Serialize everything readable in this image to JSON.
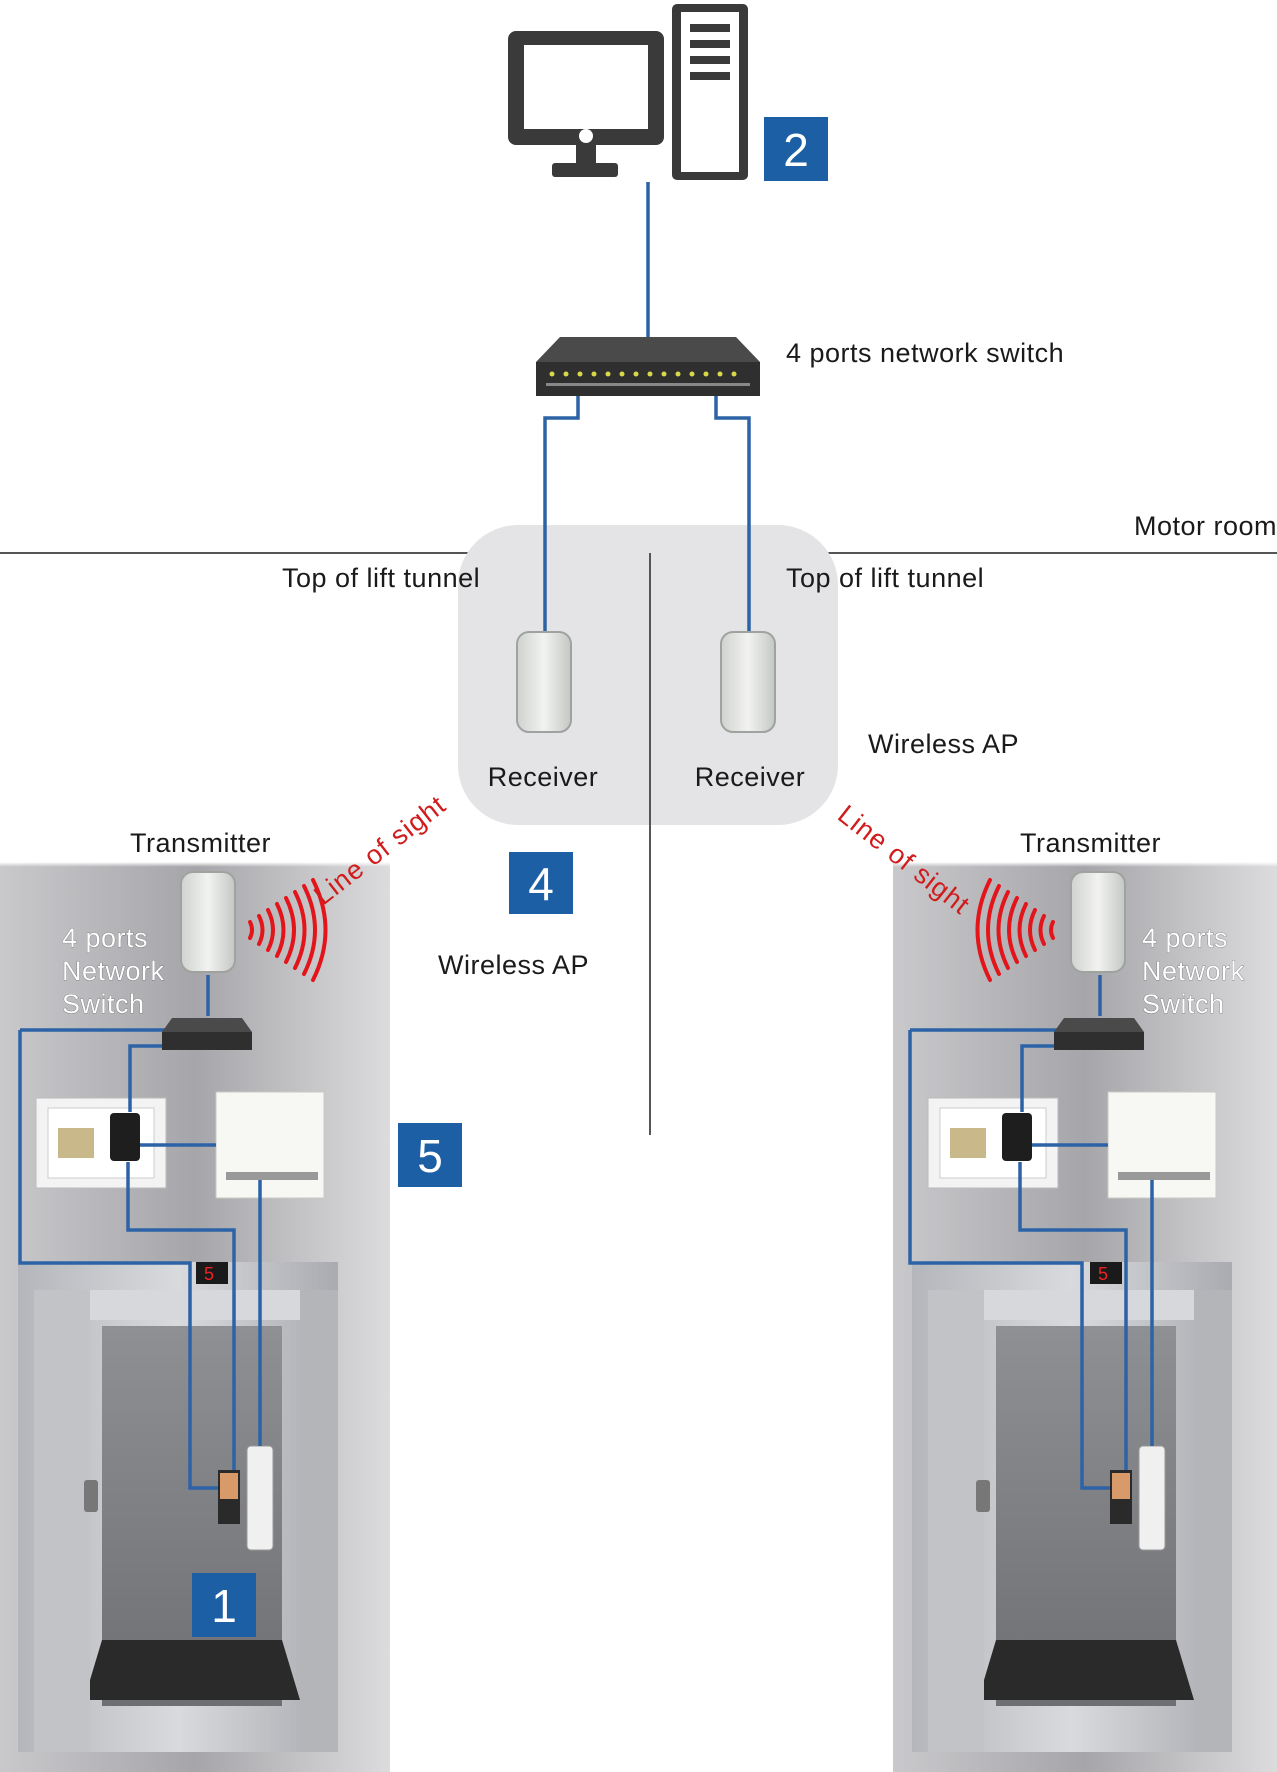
{
  "labels": {
    "network_switch": "4 ports network switch",
    "motor_room": "Motor room",
    "top_of_lift_tunnel_left": "Top of lift tunnel",
    "top_of_lift_tunnel_right": "Top of lift tunnel",
    "receiver_left": "Receiver",
    "receiver_right": "Receiver",
    "wireless_ap_right": "Wireless AP",
    "wireless_ap_center": "Wireless AP",
    "transmitter_left": "Transmitter",
    "transmitter_right": "Transmitter",
    "line_of_sight_left": "Line of sight",
    "line_of_sight_right": "Line of sight",
    "lift_switch_left": [
      "4 ports",
      "Network",
      "Switch"
    ],
    "lift_switch_right": [
      "4 ports",
      "Network",
      "Switch"
    ]
  },
  "badges": {
    "computer": "2",
    "wireless_ap": "4",
    "controller": "5",
    "lift": "1"
  },
  "floor_display": "5",
  "colors": {
    "badge": "#1d5fa4",
    "cable": "#2c63a6",
    "signal": "#e3151b",
    "device_dark": "#3a3a3a"
  }
}
